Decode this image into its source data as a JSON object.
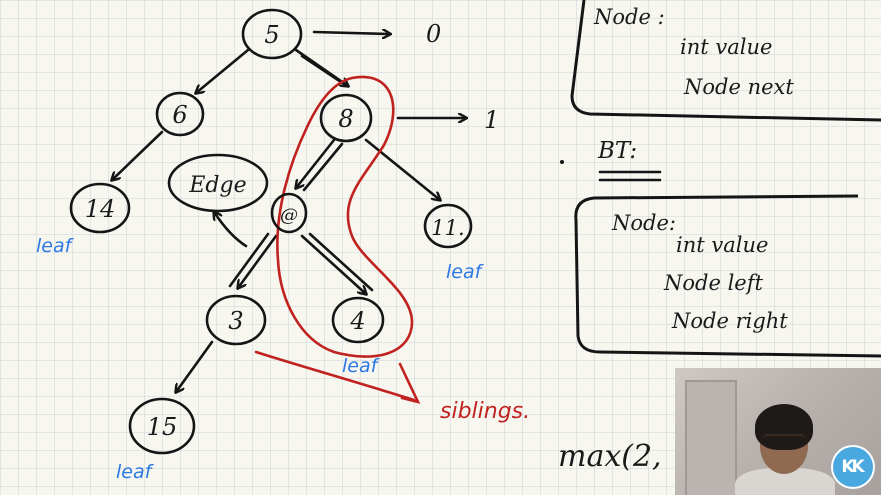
{
  "tree": {
    "nodes": {
      "root": "5",
      "left": "6",
      "right": "8",
      "left_left": "14",
      "right_mid": "@",
      "right_right": "11.",
      "mid_left": "3",
      "mid_right": "4",
      "bottom": "15"
    },
    "bubble_label": "Edge",
    "level_labels": [
      "0",
      "1"
    ],
    "leaf_labels": [
      "leaf",
      "leaf",
      "leaf",
      "leaf"
    ],
    "siblings_label": "siblings."
  },
  "linked_list_box": {
    "title": "Node :",
    "lines": [
      "int value",
      "Node next"
    ]
  },
  "bt_heading": "BT:",
  "bt_box": {
    "title": "Node:",
    "lines": [
      "int value",
      "Node left",
      "Node right"
    ]
  },
  "formula_text": "max(2,",
  "webcam": {
    "logo_text": "KK"
  },
  "colors": {
    "ink": "#151515",
    "blue_ink": "#2b78e4",
    "red_ink": "#c0221f",
    "paper": "#f7f6ef"
  }
}
